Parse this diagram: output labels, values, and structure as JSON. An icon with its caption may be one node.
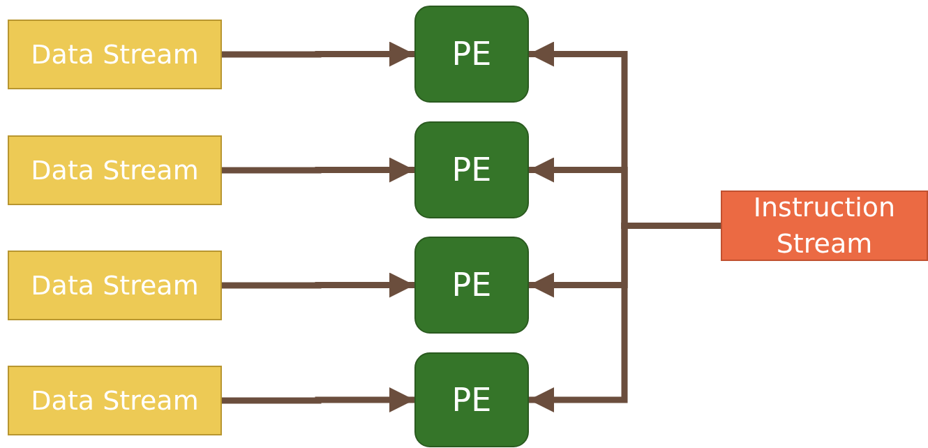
{
  "diagram": {
    "nodes": [
      {
        "text": [
          "Data Stream"
        ]
      },
      {
        "text": [
          "Data Stream"
        ]
      },
      {
        "text": [
          "Data Stream"
        ]
      },
      {
        "text": [
          "Data Stream"
        ]
      },
      {
        "text": [
          "PE"
        ]
      },
      {
        "text": [
          "PE"
        ]
      },
      {
        "text": [
          "PE"
        ]
      },
      {
        "text": [
          "PE"
        ]
      },
      {
        "text": [
          "Instruction Stream"
        ]
      }
    ],
    "edges": [
      {
        "from": 0,
        "to": 4,
        "arrow": "to"
      },
      {
        "from": 1,
        "to": 5,
        "arrow": "to"
      },
      {
        "from": 2,
        "to": 6,
        "arrow": "to"
      },
      {
        "from": 3,
        "to": 7,
        "arrow": "to"
      },
      {
        "from": 8,
        "to": 4,
        "arrow": "to"
      },
      {
        "from": 8,
        "to": 5,
        "arrow": "to"
      },
      {
        "from": 8,
        "to": 6,
        "arrow": "to"
      },
      {
        "from": 8,
        "to": 7,
        "arrow": "to"
      }
    ]
  }
}
